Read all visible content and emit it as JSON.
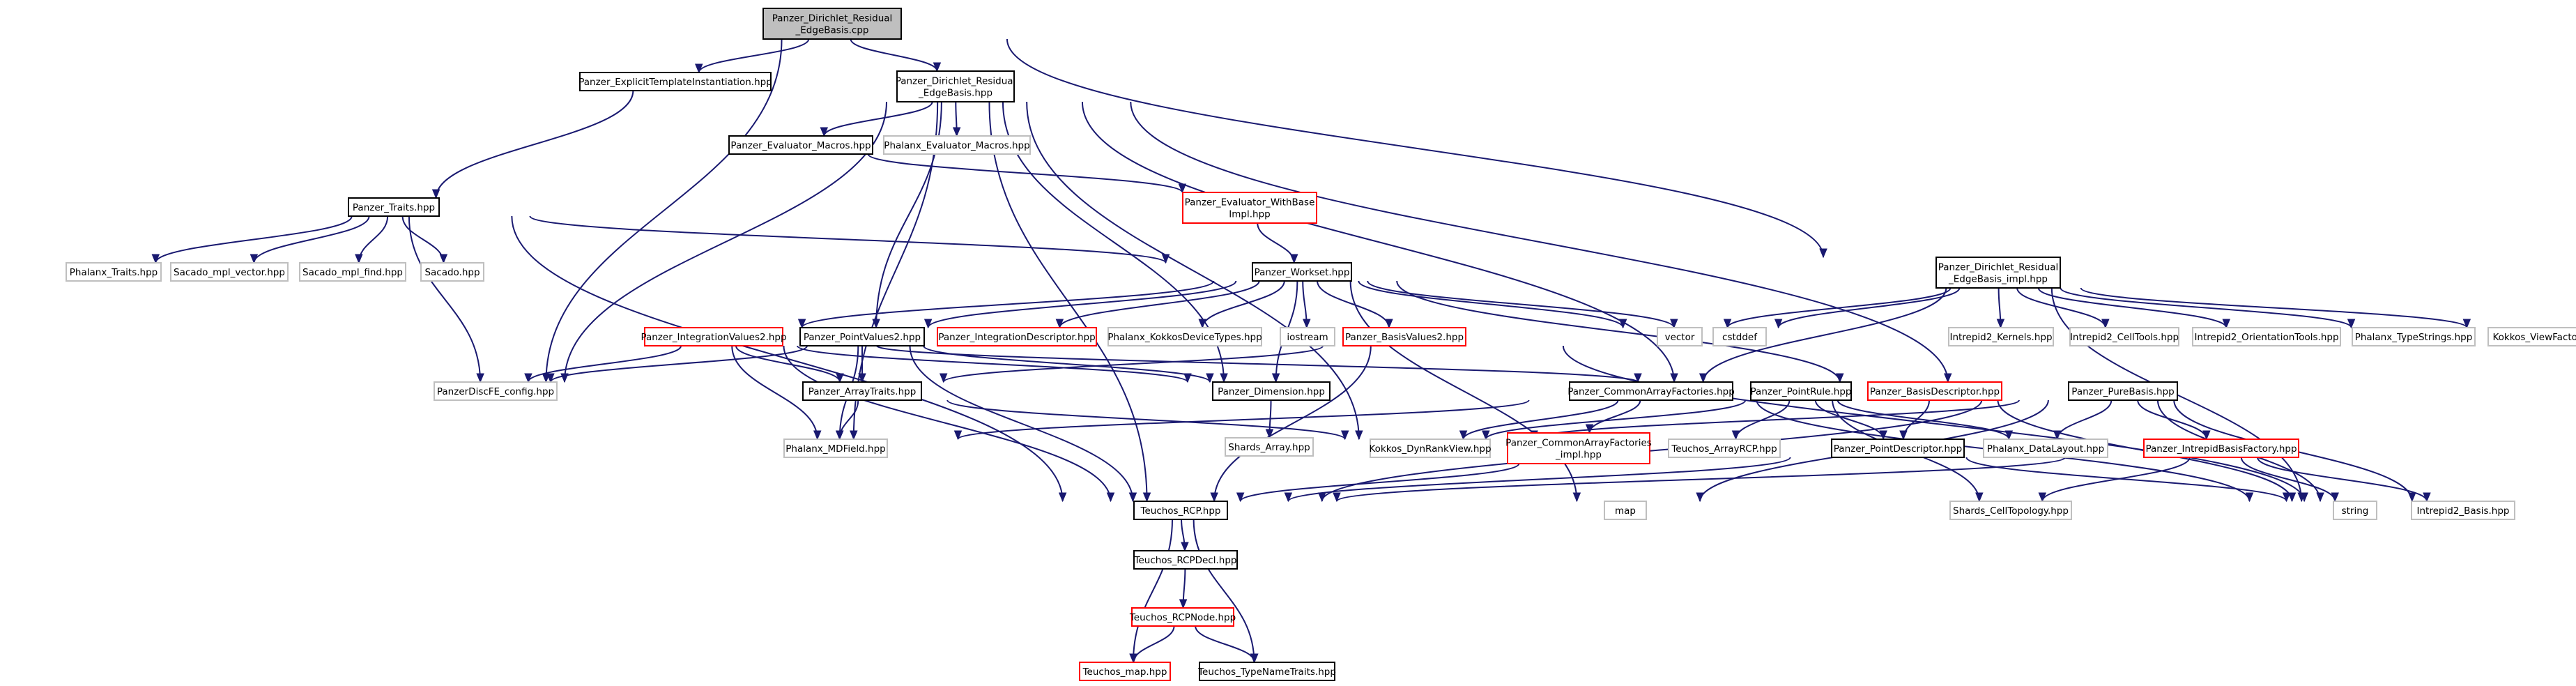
{
  "nodes": [
    {
      "id": "root",
      "lines": [
        "Panzer_Dirichlet_Residual",
        "_EdgeBasis.cpp"
      ],
      "style": "root"
    },
    {
      "id": "explicit",
      "lines": [
        "Panzer_ExplicitTemplateInstantiation.hpp"
      ],
      "style": "normal"
    },
    {
      "id": "dreh",
      "lines": [
        "Panzer_Dirichlet_Residual",
        "_EdgeBasis.hpp"
      ],
      "style": "normal"
    },
    {
      "id": "drehimpl",
      "lines": [
        "Panzer_Dirichlet_Residual",
        "_EdgeBasis_impl.hpp"
      ],
      "style": "normal"
    },
    {
      "id": "traits",
      "lines": [
        "Panzer_Traits.hpp"
      ],
      "style": "normal"
    },
    {
      "id": "evalmacros",
      "lines": [
        "Panzer_Evaluator_Macros.hpp"
      ],
      "style": "normal"
    },
    {
      "id": "phxevalmacros",
      "lines": [
        "Phalanx_Evaluator_Macros.hpp"
      ],
      "style": "external"
    },
    {
      "id": "evalwb",
      "lines": [
        "Panzer_Evaluator_WithBase",
        "Impl.hpp"
      ],
      "style": "incomplete"
    },
    {
      "id": "phxtraits",
      "lines": [
        "Phalanx_Traits.hpp"
      ],
      "style": "external"
    },
    {
      "id": "mplvector",
      "lines": [
        "Sacado_mpl_vector.hpp"
      ],
      "style": "external"
    },
    {
      "id": "mplfind",
      "lines": [
        "Sacado_mpl_find.hpp"
      ],
      "style": "external"
    },
    {
      "id": "sacado",
      "lines": [
        "Sacado.hpp"
      ],
      "style": "external"
    },
    {
      "id": "workset",
      "lines": [
        "Panzer_Workset.hpp"
      ],
      "style": "normal"
    },
    {
      "id": "intvals",
      "lines": [
        "Panzer_IntegrationValues2.hpp"
      ],
      "style": "incomplete"
    },
    {
      "id": "ptvals",
      "lines": [
        "Panzer_PointValues2.hpp"
      ],
      "style": "normal"
    },
    {
      "id": "intdesc",
      "lines": [
        "Panzer_IntegrationDescriptor.hpp"
      ],
      "style": "incomplete"
    },
    {
      "id": "kokkosdev",
      "lines": [
        "Phalanx_KokkosDeviceTypes.hpp"
      ],
      "style": "external"
    },
    {
      "id": "iostream",
      "lines": [
        "iostream"
      ],
      "style": "external"
    },
    {
      "id": "basisvals",
      "lines": [
        "Panzer_BasisValues2.hpp"
      ],
      "style": "incomplete"
    },
    {
      "id": "vector",
      "lines": [
        "vector"
      ],
      "style": "external"
    },
    {
      "id": "cstddef",
      "lines": [
        "cstddef"
      ],
      "style": "external"
    },
    {
      "id": "kernels",
      "lines": [
        "Intrepid2_Kernels.hpp"
      ],
      "style": "external"
    },
    {
      "id": "celltools",
      "lines": [
        "Intrepid2_CellTools.hpp"
      ],
      "style": "external"
    },
    {
      "id": "orient",
      "lines": [
        "Intrepid2_OrientationTools.hpp"
      ],
      "style": "external"
    },
    {
      "id": "typestrings",
      "lines": [
        "Phalanx_TypeStrings.hpp"
      ],
      "style": "external"
    },
    {
      "id": "viewfactory",
      "lines": [
        "Kokkos_ViewFactory.hpp"
      ],
      "style": "external"
    },
    {
      "id": "discfe",
      "lines": [
        "PanzerDiscFE_config.hpp"
      ],
      "style": "external"
    },
    {
      "id": "arraytraits",
      "lines": [
        "Panzer_ArrayTraits.hpp"
      ],
      "style": "normal"
    },
    {
      "id": "dimension",
      "lines": [
        "Panzer_Dimension.hpp"
      ],
      "style": "normal"
    },
    {
      "id": "commonarr",
      "lines": [
        "Panzer_CommonArrayFactories.hpp"
      ],
      "style": "normal"
    },
    {
      "id": "pointrule",
      "lines": [
        "Panzer_PointRule.hpp"
      ],
      "style": "normal"
    },
    {
      "id": "basisdesc",
      "lines": [
        "Panzer_BasisDescriptor.hpp"
      ],
      "style": "incomplete"
    },
    {
      "id": "purebasis",
      "lines": [
        "Panzer_PureBasis.hpp"
      ],
      "style": "normal"
    },
    {
      "id": "shardsarray",
      "lines": [
        "Shards_Array.hpp"
      ],
      "style": "external"
    },
    {
      "id": "mdfield",
      "lines": [
        "Phalanx_MDField.hpp"
      ],
      "style": "external"
    },
    {
      "id": "dynrank",
      "lines": [
        "Kokkos_DynRankView.hpp"
      ],
      "style": "external"
    },
    {
      "id": "commonimpl",
      "lines": [
        "Panzer_CommonArrayFactories",
        "_impl.hpp"
      ],
      "style": "incomplete"
    },
    {
      "id": "teuchosarrayrcp",
      "lines": [
        "Teuchos_ArrayRCP.hpp"
      ],
      "style": "external"
    },
    {
      "id": "ptdesc",
      "lines": [
        "Panzer_PointDescriptor.hpp"
      ],
      "style": "normal"
    },
    {
      "id": "datalayout",
      "lines": [
        "Phalanx_DataLayout.hpp"
      ],
      "style": "external"
    },
    {
      "id": "intrepidfactory",
      "lines": [
        "Panzer_IntrepidBasisFactory.hpp"
      ],
      "style": "incomplete"
    },
    {
      "id": "rcp",
      "lines": [
        "Teuchos_RCP.hpp"
      ],
      "style": "normal"
    },
    {
      "id": "map",
      "lines": [
        "map"
      ],
      "style": "external"
    },
    {
      "id": "celltopo",
      "lines": [
        "Shards_CellTopology.hpp"
      ],
      "style": "external"
    },
    {
      "id": "string",
      "lines": [
        "string"
      ],
      "style": "external"
    },
    {
      "id": "intrepidbasis",
      "lines": [
        "Intrepid2_Basis.hpp"
      ],
      "style": "external"
    },
    {
      "id": "rcpdecl",
      "lines": [
        "Teuchos_RCPDecl.hpp"
      ],
      "style": "normal"
    },
    {
      "id": "rcpnode",
      "lines": [
        "Teuchos_RCPNode.hpp"
      ],
      "style": "incomplete"
    },
    {
      "id": "teuchosmap",
      "lines": [
        "Teuchos_map.hpp"
      ],
      "style": "incomplete"
    },
    {
      "id": "typenametraits",
      "lines": [
        "Teuchos_TypeNameTraits.hpp"
      ],
      "style": "normal"
    }
  ],
  "edges": [
    [
      "root",
      "explicit"
    ],
    [
      "root",
      "dreh"
    ],
    [
      "root",
      "drehimpl"
    ],
    [
      "root",
      "discfe"
    ],
    [
      "explicit",
      "traits"
    ],
    [
      "dreh",
      "discfe"
    ],
    [
      "dreh",
      "evalmacros"
    ],
    [
      "dreh",
      "phxevalmacros"
    ],
    [
      "dreh",
      "ptvals"
    ],
    [
      "dreh",
      "dimension"
    ],
    [
      "dreh",
      "pointrule"
    ],
    [
      "dreh",
      "purebasis"
    ],
    [
      "dreh",
      "mdfield"
    ],
    [
      "dreh",
      "dynrank"
    ],
    [
      "dreh",
      "rcp"
    ],
    [
      "evalmacros",
      "evalwb"
    ],
    [
      "evalwb",
      "workset"
    ],
    [
      "traits",
      "phxtraits"
    ],
    [
      "traits",
      "mplvector"
    ],
    [
      "traits",
      "mplfind"
    ],
    [
      "traits",
      "sacado"
    ],
    [
      "traits",
      "discfe"
    ],
    [
      "traits",
      "workset"
    ],
    [
      "traits",
      "rcp"
    ],
    [
      "workset",
      "intvals"
    ],
    [
      "workset",
      "ptvals"
    ],
    [
      "workset",
      "intdesc"
    ],
    [
      "workset",
      "kokkosdev"
    ],
    [
      "workset",
      "iostream"
    ],
    [
      "workset",
      "basisvals"
    ],
    [
      "workset",
      "vector"
    ],
    [
      "workset",
      "cstddef"
    ],
    [
      "workset",
      "dimension"
    ],
    [
      "workset",
      "map"
    ],
    [
      "workset",
      "basisdesc"
    ],
    [
      "intvals",
      "discfe"
    ],
    [
      "intvals",
      "arraytraits"
    ],
    [
      "intvals",
      "dimension"
    ],
    [
      "intvals",
      "mdfield"
    ],
    [
      "intvals",
      "rcp"
    ],
    [
      "intvals",
      "pointrule"
    ],
    [
      "ptvals",
      "discfe"
    ],
    [
      "ptvals",
      "arraytraits"
    ],
    [
      "ptvals",
      "dimension"
    ],
    [
      "ptvals",
      "mdfield"
    ],
    [
      "ptvals",
      "rcp"
    ],
    [
      "basisvals",
      "arraytraits"
    ],
    [
      "basisvals",
      "rcp"
    ],
    [
      "basisvals",
      "intrepidbasis"
    ],
    [
      "drehimpl",
      "vector"
    ],
    [
      "drehimpl",
      "cstddef"
    ],
    [
      "drehimpl",
      "kernels"
    ],
    [
      "drehimpl",
      "celltools"
    ],
    [
      "drehimpl",
      "orient"
    ],
    [
      "drehimpl",
      "typestrings"
    ],
    [
      "drehimpl",
      "viewfactory"
    ],
    [
      "drehimpl",
      "string"
    ],
    [
      "drehimpl",
      "commonarr"
    ],
    [
      "arraytraits",
      "mdfield"
    ],
    [
      "arraytraits",
      "dynrank"
    ],
    [
      "dimension",
      "shardsarray"
    ],
    [
      "commonarr",
      "mdfield"
    ],
    [
      "commonarr",
      "dynrank"
    ],
    [
      "commonarr",
      "commonimpl"
    ],
    [
      "commonarr",
      "string"
    ],
    [
      "commonimpl",
      "rcp"
    ],
    [
      "pointrule",
      "teuchosarrayrcp"
    ],
    [
      "pointrule",
      "ptdesc"
    ],
    [
      "pointrule",
      "datalayout"
    ],
    [
      "pointrule",
      "celltopo"
    ],
    [
      "pointrule",
      "dynrank"
    ],
    [
      "basisdesc",
      "ptdesc"
    ],
    [
      "basisdesc",
      "string"
    ],
    [
      "purebasis",
      "dynrank"
    ],
    [
      "purebasis",
      "datalayout"
    ],
    [
      "purebasis",
      "intrepidfactory"
    ],
    [
      "purebasis",
      "rcp"
    ],
    [
      "purebasis",
      "string"
    ],
    [
      "purebasis",
      "intrepidbasis"
    ],
    [
      "purebasis",
      "map"
    ],
    [
      "ptdesc",
      "rcp"
    ],
    [
      "ptdesc",
      "string"
    ],
    [
      "intrepidfactory",
      "rcp"
    ],
    [
      "intrepidfactory",
      "string"
    ],
    [
      "intrepidfactory",
      "celltopo"
    ],
    [
      "intrepidfactory",
      "intrepidbasis"
    ],
    [
      "rcp",
      "rcpdecl"
    ],
    [
      "rcp",
      "teuchosmap"
    ],
    [
      "rcp",
      "typenametraits"
    ],
    [
      "rcpdecl",
      "rcpnode"
    ],
    [
      "rcpnode",
      "teuchosmap"
    ],
    [
      "rcpnode",
      "typenametraits"
    ]
  ],
  "colors": {
    "edge": "#191970",
    "normal_border": "#000000",
    "external_border": "#bfbfbf",
    "incomplete_border": "#ff0000",
    "root_fill": "#bfbfbf",
    "fill": "#ffffff"
  }
}
